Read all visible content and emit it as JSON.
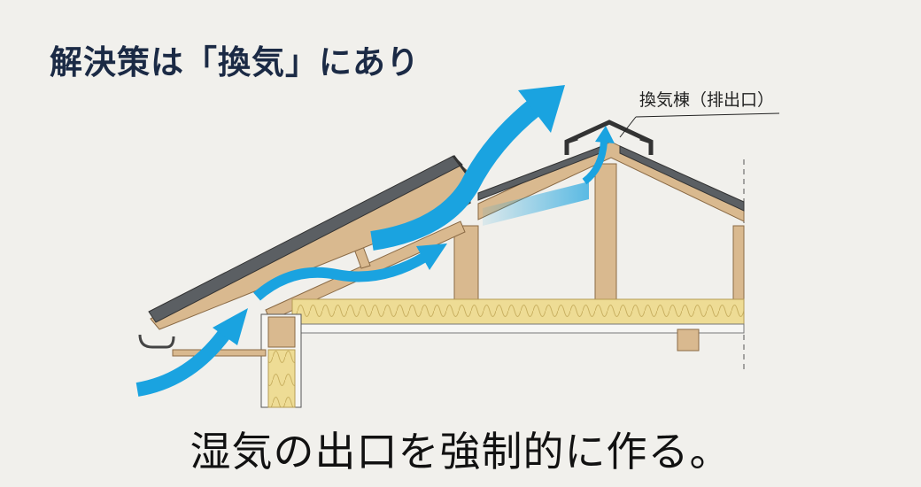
{
  "title": "解決策は「換気」にあり",
  "ridge_label": "換気棟（排出口）",
  "caption": "湿気の出口を強制的に作る。",
  "colors": {
    "arrow": "#1aa3e0",
    "wood": "#d9b98f",
    "roof": "#5b5f63",
    "insulation": "#eedc95",
    "title": "#1b2a45"
  }
}
